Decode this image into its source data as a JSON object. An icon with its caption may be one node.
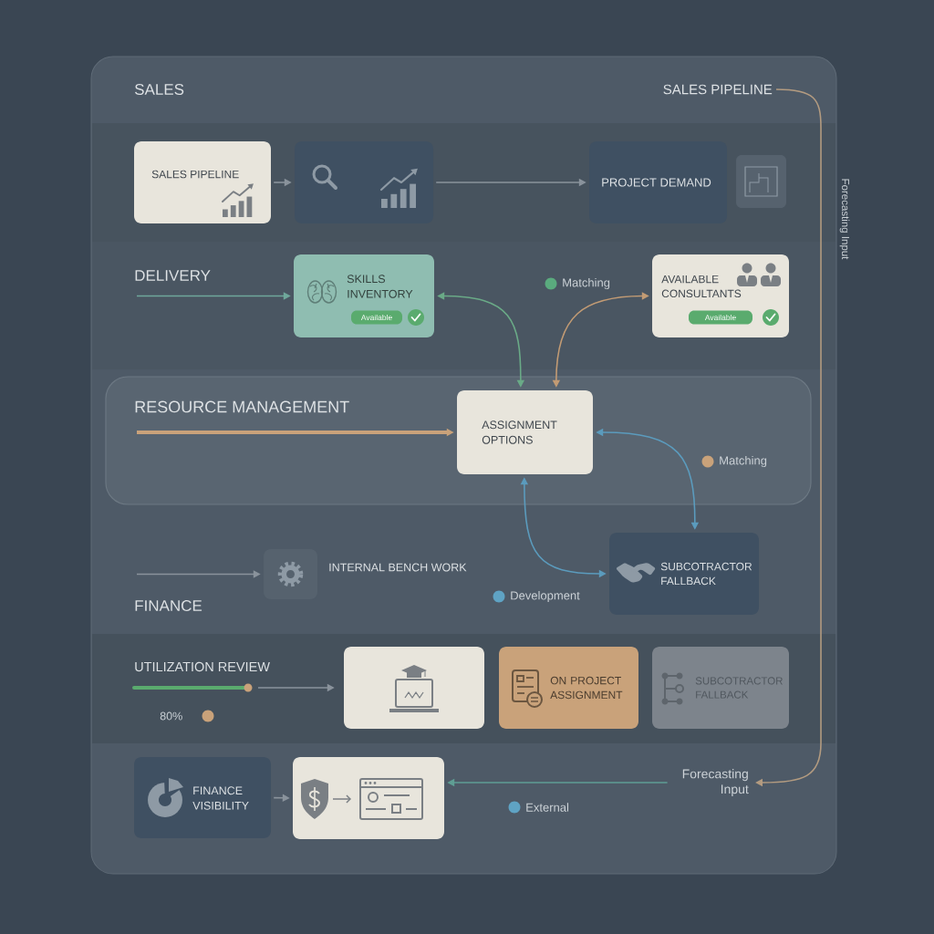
{
  "diagram": {
    "nodes": [
      {
        "text": [
          "SALES PIPELINE"
        ]
      },
      {
        "text": [
          "SALES PIPELINE"
        ]
      },
      {
        "text": [],
        "shape": "box"
      },
      {
        "text": [
          "PROJECT DEMAND"
        ]
      },
      {
        "text": [
          "SKILLS INVENTORY",
          "Available"
        ]
      },
      {
        "text": [
          "AVAILABLE CONSULTANTS",
          "Available"
        ]
      },
      {
        "text": [
          "RESOURCE MANAGEMENT"
        ]
      },
      {
        "text": [
          "ASSIGNMENT OPTIONS"
        ],
        "in": 6
      },
      {
        "text": [],
        "shape": "box",
        "beside": [
          "INTERNAL BENCH WORK"
        ]
      },
      {
        "text": [
          "SUBCOTRACTOR FALLBACK"
        ]
      },
      {
        "text": [],
        "shape": "box"
      },
      {
        "text": [
          "ON PROJECT ASSIGNMENT"
        ]
      },
      {
        "text": [
          "SUBCOTRACTOR FALLBACK"
        ]
      },
      {
        "text": [
          "FINANCE VISIBILITY"
        ]
      },
      {
        "text": [],
        "shape": "box"
      },
      {
        "text": [
          "Forecasting Input"
        ]
      }
    ],
    "edges": [
      {
        "from": 1,
        "to": 2,
        "arrow": "to"
      },
      {
        "from": 2,
        "to": 3,
        "arrow": "to"
      },
      {
        "from": null,
        "to": 4,
        "arrow": "to",
        "color": "#6fa89b"
      },
      {
        "from": 4,
        "to": 7,
        "arrow": "both",
        "color": "#6aaa87"
      },
      {
        "from": 5,
        "to": 7,
        "arrow": "both",
        "color": "#c29b74"
      },
      {
        "from": null,
        "to": 7,
        "arrow": "to",
        "style": "thick",
        "color": "#c9a27a"
      },
      {
        "from": 7,
        "to": 9,
        "arrow": "both",
        "color": "#5b9bbd"
      },
      {
        "from": 7,
        "to": 9,
        "arrow": "both",
        "color": "#5b9bbd"
      },
      {
        "from": null,
        "to": 8,
        "arrow": "to"
      },
      {
        "from": null,
        "to": 10,
        "arrow": "to"
      },
      {
        "from": 13,
        "to": 14,
        "arrow": "to"
      },
      {
        "from": 0,
        "to": 15,
        "arrow": "to",
        "label": "Forecasting Input",
        "color": "#b39b80"
      },
      {
        "from": 15,
        "to": 14,
        "arrow": "to",
        "color": "#5f9e94"
      }
    ],
    "labels": [
      "SALES",
      "DELIVERY",
      "Matching",
      "Matching",
      "Development",
      "FINANCE",
      "UTILIZATION REVIEW",
      "80%",
      "External"
    ]
  }
}
